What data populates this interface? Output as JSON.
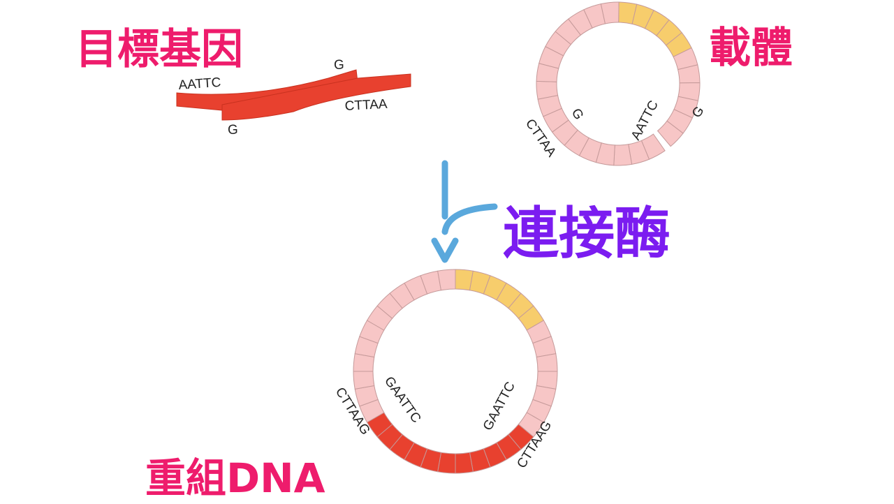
{
  "labels": {
    "target_gene": "目標基因",
    "vector": "載體",
    "ligase": "連接酶",
    "recombinant_dna": "重組DNA"
  },
  "sequences": {
    "gene_top_left": "AATTC",
    "gene_top_right": "G",
    "gene_bottom_left": "G",
    "gene_bottom_right": "CTTAA",
    "vector_left_inner": "G",
    "vector_left_outer": "CTTAA",
    "vector_right_inner": "AATTC",
    "vector_right_outer": "G",
    "recomb_left_inner": "GAATTC",
    "recomb_left_outer": "CTTAAG",
    "recomb_right_inner": "GAATTC",
    "recomb_right_outer": "CTTAAG"
  },
  "colors": {
    "label_pink": "#ee1c6c",
    "label_purple": "#7b1cf0",
    "gene_red": "#e8412f",
    "plasmid_pink": "#f7c6c6",
    "plasmid_yellow": "#f7cd6c",
    "segment_outline": "#c59a9a",
    "arrow_blue": "#5aa8dc"
  }
}
